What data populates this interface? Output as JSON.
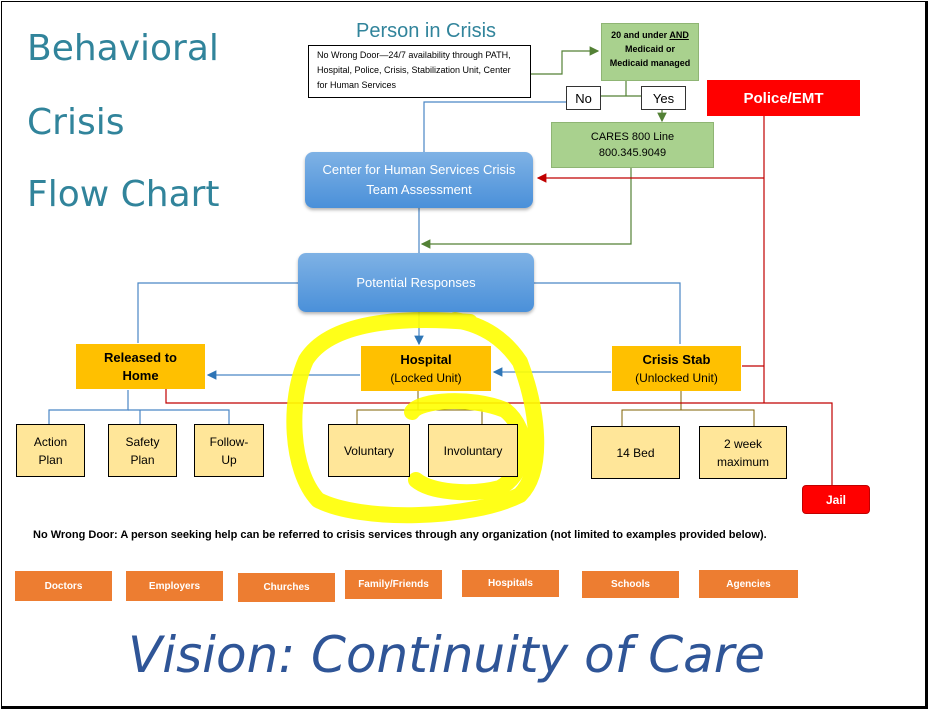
{
  "title": {
    "line1": "Behavioral",
    "line2": "Crisis",
    "line3": "Flow Chart"
  },
  "person_in_crisis": {
    "heading": "Person in Crisis",
    "note_lines": [
      "No Wrong Door—24/7 availability through PATH,",
      "Hospital, Police, Crisis, Stabilization Unit, Center",
      "for Human Services"
    ]
  },
  "eligibility": {
    "line1_prefix": "20 and under ",
    "line1_emph": "AND",
    "line2": "Medicaid or",
    "line3": "Medicaid managed"
  },
  "decision": {
    "no": "No",
    "yes": "Yes"
  },
  "cares": {
    "line1": "CARES 800 Line",
    "line2": "800.345.9049"
  },
  "police": "Police/EMT",
  "assessment": {
    "line1": "Center for Human Services Crisis",
    "line2": "Team Assessment"
  },
  "potential": "Potential Responses",
  "released": {
    "line1": "Released to",
    "line2": "Home"
  },
  "hospital": {
    "line1": "Hospital",
    "line2": "(Locked Unit)"
  },
  "crisis_stab": {
    "line1": "Crisis Stab",
    "line2": "(Unlocked Unit)"
  },
  "leaves": {
    "action": [
      "Action",
      "Plan"
    ],
    "safety": [
      "Safety",
      "Plan"
    ],
    "followup": [
      "Follow-",
      "Up"
    ],
    "voluntary": "Voluntary",
    "involuntary": "Involuntary",
    "bed": "14 Bed",
    "week": [
      "2 week",
      "maximum"
    ]
  },
  "jail": "Jail",
  "no_wrong_door": "No Wrong Door: A person seeking help can be referred to crisis services through any organization (not limited to examples provided below).",
  "referrals": [
    "Doctors",
    "Employers",
    "Churches",
    "Family/Friends",
    "Hospitals",
    "Schools",
    "Agencies"
  ],
  "vision": "Vision: Continuity of Care",
  "colors": {
    "title": "#31849b",
    "blue": "#4a90d9",
    "gold": "#ffc000",
    "pale": "#ffe699",
    "green": "#a9d18e",
    "red": "#ff0000",
    "orange": "#ed7d31",
    "highlight": "#ffff00",
    "vision": "#2f5597"
  }
}
